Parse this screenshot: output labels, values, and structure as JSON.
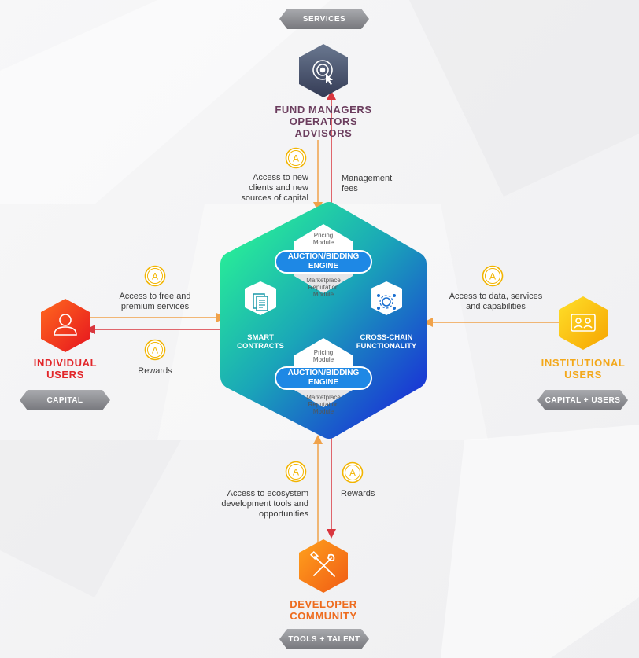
{
  "pills": {
    "services": "SERVICES",
    "capital": "CAPITAL",
    "capital_users": "CAPITAL + USERS",
    "tools_talent": "TOOLS + TALENT"
  },
  "nodes": {
    "fund_managers": [
      "FUND MANAGERS",
      "OPERATORS",
      "ADVISORS"
    ],
    "individual_users": [
      "INDIVIDUAL",
      "USERS"
    ],
    "institutional_users": [
      "INSTITUTIONAL",
      "USERS"
    ],
    "developer_community": [
      "DEVELOPER",
      "COMMUNITY"
    ]
  },
  "flows": {
    "top_in": [
      "Access to new",
      "clients and new",
      "sources of capital"
    ],
    "top_out": [
      "Management",
      "fees"
    ],
    "left_in": [
      "Access to free and",
      "premium services"
    ],
    "left_out": "Rewards",
    "right_in": [
      "Access to data, services",
      "and capabilities"
    ],
    "bottom_in": [
      "Access to ecosystem",
      "development tools and",
      "opportunities"
    ],
    "bottom_out": "Rewards"
  },
  "center": {
    "top_module": {
      "pricing": [
        "Pricing",
        "Module"
      ],
      "engine": [
        "AUCTION/BIDDING",
        "ENGINE"
      ],
      "reputation": [
        "Marketplace",
        "Reputation",
        "Module"
      ]
    },
    "bottom_module": {
      "pricing": [
        "Pricing",
        "Module"
      ],
      "engine": [
        "AUCTION/BIDDING",
        "ENGINE"
      ],
      "reputation": [
        "Marketplace",
        "Reputation",
        "Module"
      ]
    },
    "smart_contracts": [
      "SMART",
      "CONTRACTS"
    ],
    "cross_chain": [
      "CROSS-CHAIN",
      "FUNCTIONALITY"
    ]
  },
  "coin_letter": "A",
  "colors": {
    "fund_managers": "#6b3d5e",
    "individual": "#e2262a",
    "institutional": "#f3a81b",
    "developer": "#ee6c1e",
    "arrow_in": "#f0a24a",
    "arrow_out": "#d9363e",
    "coin": "#f2b400"
  },
  "icons": {
    "fund_managers": "target-cursor-icon",
    "individual": "user-icon",
    "institutional": "id-card-icon",
    "developer": "tools-icon",
    "smart_contracts": "documents-icon",
    "cross_chain": "gear-network-icon"
  }
}
